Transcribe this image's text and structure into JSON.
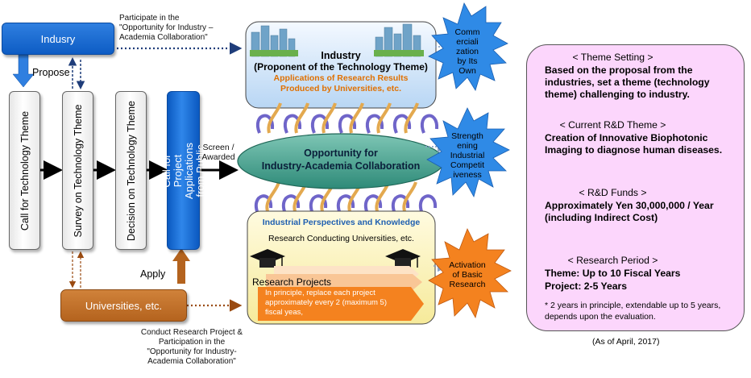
{
  "left": {
    "industry_box": "Indusry",
    "universities_box": "Universities, etc.",
    "propose_label": "Propose",
    "apply_label": "Apply",
    "screen_label": "Screen /\nAwarded",
    "participate_label": "Participate in the\n\"Opportunity for Industry –\nAcademia Collaboration\"",
    "conduct_label": "Conduct Research Project &\nParticipation in the\n\"Opportunity for Industry-\nAcademia Collaboration\"",
    "steps": [
      "Call for Technology Theme",
      "Survey on Technology Theme",
      "Decision on Technology Theme",
      "Call for Project Applications\nfrom Public"
    ]
  },
  "center": {
    "industry_title": "Industry",
    "industry_subtitle": "(Proponent of the Technology Theme)",
    "industry_orange": "Applications of Research Results\nProduced by Universities, etc.",
    "oval_text": "Opportunity for\nIndustry-Academia Collaboration",
    "univ_title": "Industrial Perspectives and Knowledge",
    "univ_sub": "Research Conducting Universities, etc.",
    "research_projects": "Research Projects",
    "arrow_text": "In principle, replace each project\napproximately every 2 (maximum 5)\nfiscal yeas,"
  },
  "bursts": {
    "blue1": "Comm\nerciali\nzation\nby Its\nOwn",
    "blue2": "Strength\nening\nIndustrial\nCompetit\niveness",
    "orange": "Activation\nof Basic\nResearch"
  },
  "right": {
    "h1": "< Theme Setting >",
    "p1": "Based on the proposal from the industries, set a theme (technology theme) challenging to industry.",
    "h2": "< Current R&D Theme >",
    "p2": "Creation of Innovative Biophotonic Imaging to diagnose human diseases.",
    "h3": "< R&D Funds >",
    "p3": "Approximately Yen 30,000,000 / Year\n(including Indirect Cost)",
    "h4": "< Research Period >",
    "p4a": "Theme: Up to 10 Fiscal Years",
    "p4b": "Project: 2-5 Years",
    "note": "* 2 years in principle, extendable up to 5 years, depends upon the evaluation.",
    "as_of": "(As of April, 2017)"
  },
  "colors": {
    "blue": "#1a6ad6",
    "brown": "#c06f2a",
    "pink_panel": "#fcd6fc",
    "orange_text": "#e07000",
    "teal_oval": "#2e8a78"
  }
}
